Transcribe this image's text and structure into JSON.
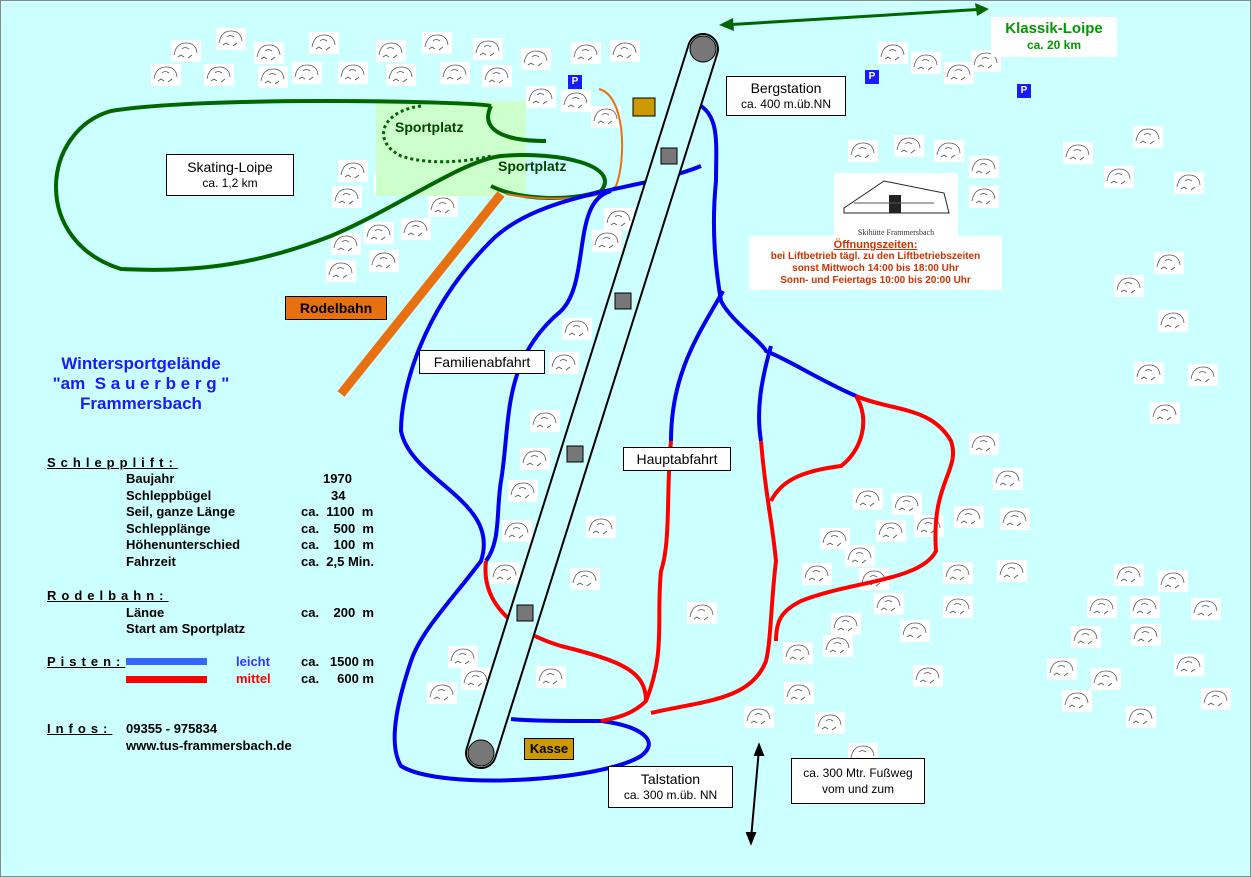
{
  "title": {
    "line1": "Wintersportgelände",
    "line2": "\"am  S a u e r b e r g \"",
    "line3": "Frammersbach"
  },
  "labels": {
    "bergstation": "Bergstation",
    "bergstation_height": "ca. 400 m.üb.NN",
    "talstation": "Talstation",
    "talstation_height": "ca. 300 m.üb. NN",
    "skating": "Skating-Loipe",
    "skating_len": "ca. 1,2 km",
    "klassik": "Klassik-Loipe",
    "klassik_len": "ca. 20 km",
    "sportplatz1": "Sportplatz",
    "sportplatz2": "Sportplatz",
    "rodelbahn": "Rodelbahn",
    "familien": "Familienabfahrt",
    "haupt": "Hauptabfahrt",
    "kasse": "Kasse",
    "fussweg1": "ca. 300 Mtr. Fußweg",
    "fussweg2": "vom und zum",
    "parking": "P"
  },
  "huette": {
    "caption": "Skihütte Frammersbach",
    "heading": "Öffnungszeiten:",
    "lines": [
      "bei Liftbetrieb tägl. zu den Liftbetriebszeiten",
      "sonst Mittwoch 14:00 bis 18:00 Uhr",
      "Sonn- und Feiertags 10:00 bis 20:00 Uhr"
    ]
  },
  "legend": {
    "schlepplift": {
      "heading": "Schlepplift:",
      "rows": [
        {
          "label": "Baujahr",
          "value": "1970"
        },
        {
          "label": "Schleppbügel",
          "value": "34"
        },
        {
          "label": "Seil, ganze Länge",
          "value": "ca.  1100  m"
        },
        {
          "label": "Schlepplänge",
          "value": "ca.    500  m"
        },
        {
          "label": "Höhenunterschied",
          "value": "ca.    100  m"
        },
        {
          "label": "Fahrzeit",
          "value": "ca.  2,5 Min."
        }
      ]
    },
    "rodelbahn": {
      "heading": "Rodelbahn:",
      "rows": [
        {
          "label": "Länge",
          "value": "ca.    200  m"
        }
      ],
      "note": "Start am Sportplatz"
    },
    "pisten": {
      "heading": "Pisten:",
      "rows": [
        {
          "label": "leicht",
          "value": "ca.   1500 m",
          "color": "#3366ff"
        },
        {
          "label": "mittel",
          "value": "ca.     600 m",
          "color": "#ff0000"
        }
      ]
    },
    "infos": {
      "heading": "Infos:",
      "phone": "09355 - 975834",
      "web": "www.tus-frammersbach.de"
    }
  },
  "colors": {
    "blue": "#0000ee",
    "red": "#ff0000",
    "green": "#006600",
    "orange": "#e87010",
    "bg": "#ccffff"
  }
}
